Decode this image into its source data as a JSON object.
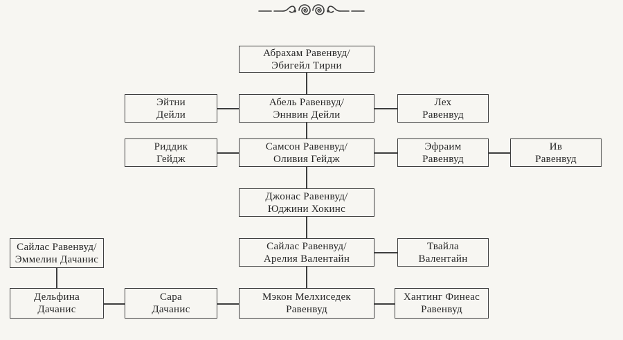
{
  "diagram": {
    "kind": "family-tree",
    "language": "ru"
  },
  "colors": {
    "background": "#f7f6f2",
    "box_border": "#3e3e3e",
    "text": "#262626",
    "connector": "#3e3e3e"
  },
  "icons": {
    "ornament": "decorative-flourish-icon"
  },
  "nodes": {
    "abraham": {
      "line1": "Абрахам Равенвуд/",
      "line2": "Эбигейл Тирни"
    },
    "eithne": {
      "line1": "Эйтни",
      "line2": "Дейли"
    },
    "abel": {
      "line1": "Абель Равенвуд/",
      "line2": "Эннвин Дейли"
    },
    "leah": {
      "line1": "Лех",
      "line2": "Равенвуд"
    },
    "riddick": {
      "line1": "Риддик",
      "line2": "Гейдж"
    },
    "samson": {
      "line1": "Самсон Равенвуд/",
      "line2": "Оливия Гейдж"
    },
    "ephraim": {
      "line1": "Эфраим",
      "line2": "Равенвуд"
    },
    "eve": {
      "line1": "Ив",
      "line2": "Равенвуд"
    },
    "jonas": {
      "line1": "Джонас Равенвуд/",
      "line2": "Юджини Хокинс"
    },
    "silas_emmaline": {
      "line1": "Сайлас Равенвуд/",
      "line2": "Эммелин Дачанис"
    },
    "silas_arelia": {
      "line1": "Сайлас Равенвуд/",
      "line2": "Арелия Валентайн"
    },
    "twyla": {
      "line1": "Твайла",
      "line2": "Валентайн"
    },
    "delphine": {
      "line1": "Дельфина",
      "line2": "Дачанис"
    },
    "sarah": {
      "line1": "Сара",
      "line2": "Дачанис"
    },
    "macon": {
      "line1": "Мэкон Мелхиседек",
      "line2": "Равенвуд"
    },
    "hunting": {
      "line1": "Хантинг Финеас",
      "line2": "Равенвуд"
    }
  },
  "edges": [
    {
      "from": "abraham",
      "to": "abel",
      "type": "descent"
    },
    {
      "from": "abel",
      "to": "samson",
      "type": "descent"
    },
    {
      "from": "samson",
      "to": "jonas",
      "type": "descent"
    },
    {
      "from": "jonas",
      "to": "silas_arelia",
      "type": "descent"
    },
    {
      "from": "silas_arelia",
      "to": "macon",
      "type": "descent"
    },
    {
      "from": "silas_emmaline",
      "to": "delphine",
      "type": "descent"
    },
    {
      "from": "eithne",
      "to": "abel",
      "type": "link"
    },
    {
      "from": "abel",
      "to": "leah",
      "type": "link"
    },
    {
      "from": "riddick",
      "to": "samson",
      "type": "link"
    },
    {
      "from": "samson",
      "to": "ephraim",
      "type": "link"
    },
    {
      "from": "ephraim",
      "to": "eve",
      "type": "link"
    },
    {
      "from": "silas_arelia",
      "to": "twyla",
      "type": "link"
    },
    {
      "from": "delphine",
      "to": "sarah",
      "type": "link"
    },
    {
      "from": "sarah",
      "to": "macon",
      "type": "link"
    },
    {
      "from": "macon",
      "to": "hunting",
      "type": "link"
    }
  ]
}
